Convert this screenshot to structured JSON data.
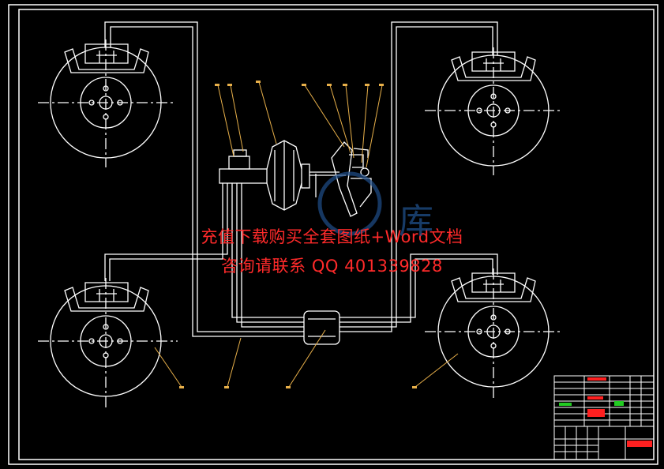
{
  "colors": {
    "background": "#000000",
    "linework": "#ffffff",
    "leader": "#e8b04a",
    "watermark_text": "#ff2a2a",
    "watermark_logo": "#1f4f8a",
    "titleblock_red": "#ff2020",
    "titleblock_green": "#22cc22"
  },
  "watermark": {
    "line1": "充值下载购买全套图纸+Word文档",
    "line2": "咨询请联系 QQ 401339828",
    "logo_char": "库"
  }
}
